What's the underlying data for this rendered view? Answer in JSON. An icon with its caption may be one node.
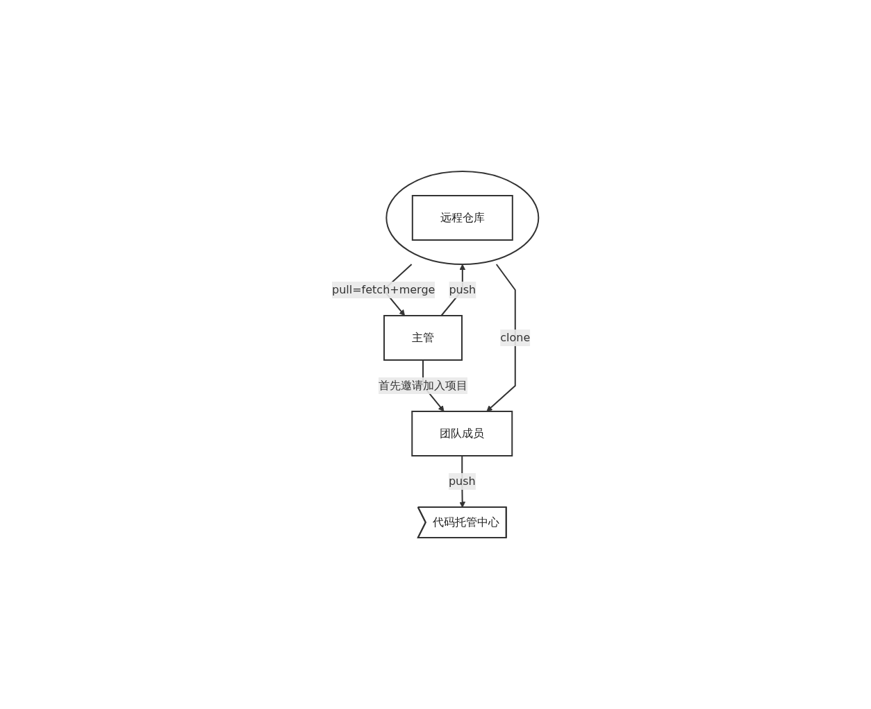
{
  "diagram": {
    "nodes": [
      {
        "text": [],
        "shape": "ellipse"
      },
      {
        "text": [
          "远程仓库"
        ],
        "in": 0
      },
      {
        "text": [
          "代码托管中心"
        ]
      },
      {
        "text": [
          "主管"
        ]
      },
      {
        "text": [
          "团队成员"
        ]
      }
    ],
    "edges": [
      {
        "from": 0,
        "to": 3,
        "arrow": "to",
        "label": "pull=fetch+merge"
      },
      {
        "from": 3,
        "to": 0,
        "arrow": "to",
        "label": "push"
      },
      {
        "from": 0,
        "to": 4,
        "arrow": "to",
        "label": "clone"
      },
      {
        "from": 3,
        "to": 4,
        "arrow": "to",
        "label": "首先邀请加入项目"
      },
      {
        "from": 4,
        "to": 2,
        "arrow": "to",
        "label": "push"
      }
    ]
  }
}
